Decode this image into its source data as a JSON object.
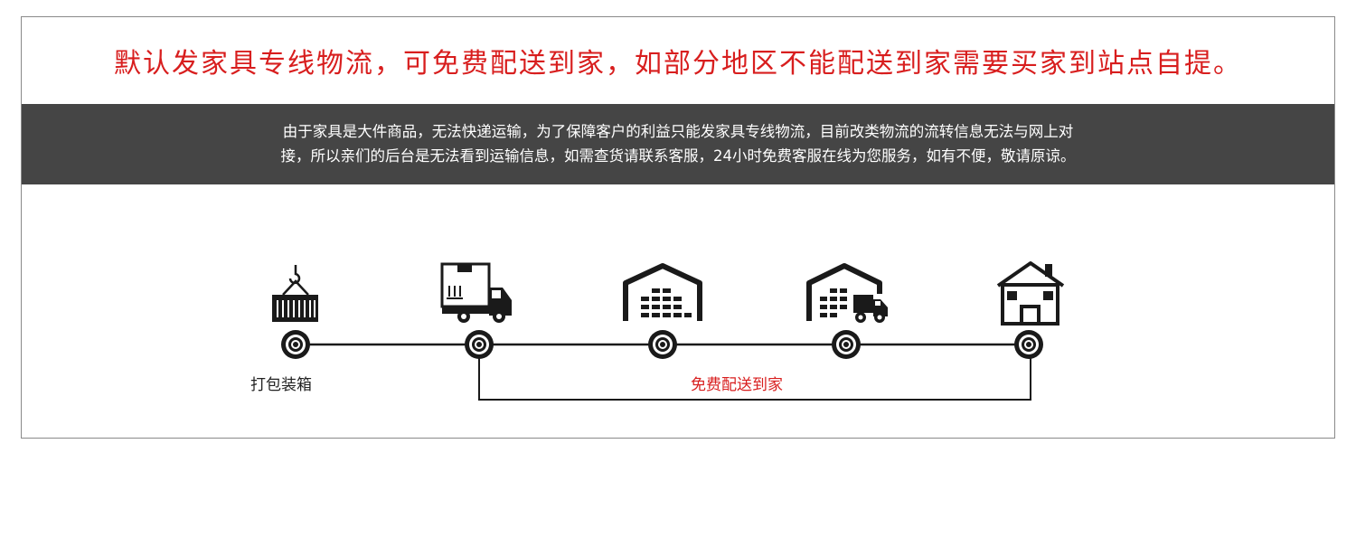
{
  "headline": "默认发家具专线物流，可免费配送到家，如部分地区不能配送到家需要买家到站点自提。",
  "notice": {
    "line1": "由于家具是大件商品，无法快递运输，为了保障客户的利益只能发家具专线物流，目前改类物流的流转信息无法与网上对",
    "line2": "接，所以亲们的后台是无法看到运输信息，如需查货请联系客服，24小时免费客服在线为您服务，如有不便，敬请原谅。"
  },
  "process": {
    "steps": [
      {
        "icon": "crane-container-icon"
      },
      {
        "icon": "box-truck-icon"
      },
      {
        "icon": "warehouse-icon"
      },
      {
        "icon": "warehouse-truck-icon"
      },
      {
        "icon": "house-icon"
      }
    ],
    "pack_label": "打包装箱",
    "delivery_label": "免费配送到家"
  },
  "colors": {
    "accent": "#d81e1e",
    "bar": "#454545",
    "ink": "#1a1a1a"
  }
}
